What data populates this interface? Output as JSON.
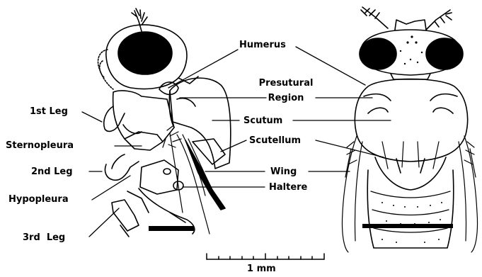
{
  "labels": {
    "humerus": "Humerus",
    "presutural": "Presutural",
    "region": "Region",
    "scutum": "Scutum",
    "scutellum": "Scutellum",
    "wing": "Wing",
    "haltere": "Haltere",
    "leg1": "1st Leg",
    "sternopleura": "Sternopleura",
    "leg2": "2nd Leg",
    "hypopleura": "Hypopleura",
    "leg3": "3rd  Leg"
  },
  "scale_bar": {
    "label": "1 mm"
  }
}
